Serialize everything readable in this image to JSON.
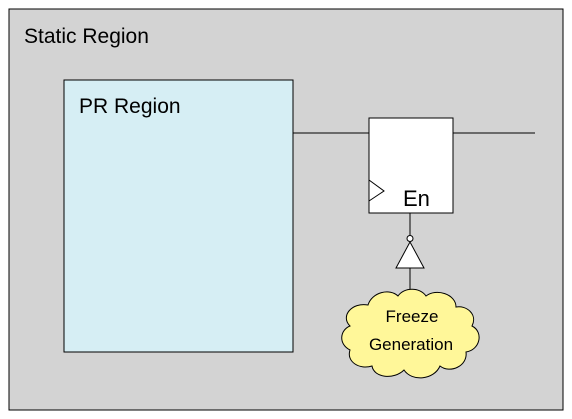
{
  "diagram": {
    "static_region": {
      "label": "Static Region"
    },
    "pr_region": {
      "label": "PR Region"
    },
    "register": {
      "enable_label": "En"
    },
    "freeze_logic": {
      "label_line1": "Freeze",
      "label_line2": "Generation"
    },
    "colors": {
      "static_region_fill": "#d3d3d3",
      "pr_region_fill": "#d6eef4",
      "register_fill": "#ffffff",
      "cloud_fill": "#fff799",
      "stroke": "#000000"
    }
  }
}
